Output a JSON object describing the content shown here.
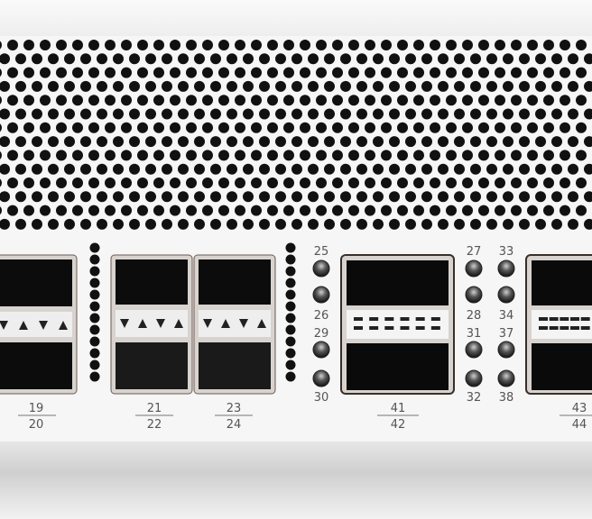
{
  "device": {
    "port_labels": {
      "p19_20": {
        "top": "19",
        "bottom": "20"
      },
      "p21_22": {
        "top": "21",
        "bottom": "22"
      },
      "p23_24": {
        "top": "23",
        "bottom": "24"
      },
      "p41_42": {
        "top": "41",
        "bottom": "42"
      },
      "p43_44": {
        "top": "43",
        "bottom": "44"
      }
    },
    "led_labels": {
      "col1": [
        "25",
        "26",
        "29",
        "30"
      ],
      "col2": [
        "27",
        "28",
        "31",
        "32"
      ],
      "col3": [
        "33",
        "34",
        "37",
        "38"
      ]
    },
    "colors": {
      "chassis": "#f4f4f4",
      "hole": "#111111",
      "port": "#0b0b0b",
      "label": "#555555"
    }
  }
}
